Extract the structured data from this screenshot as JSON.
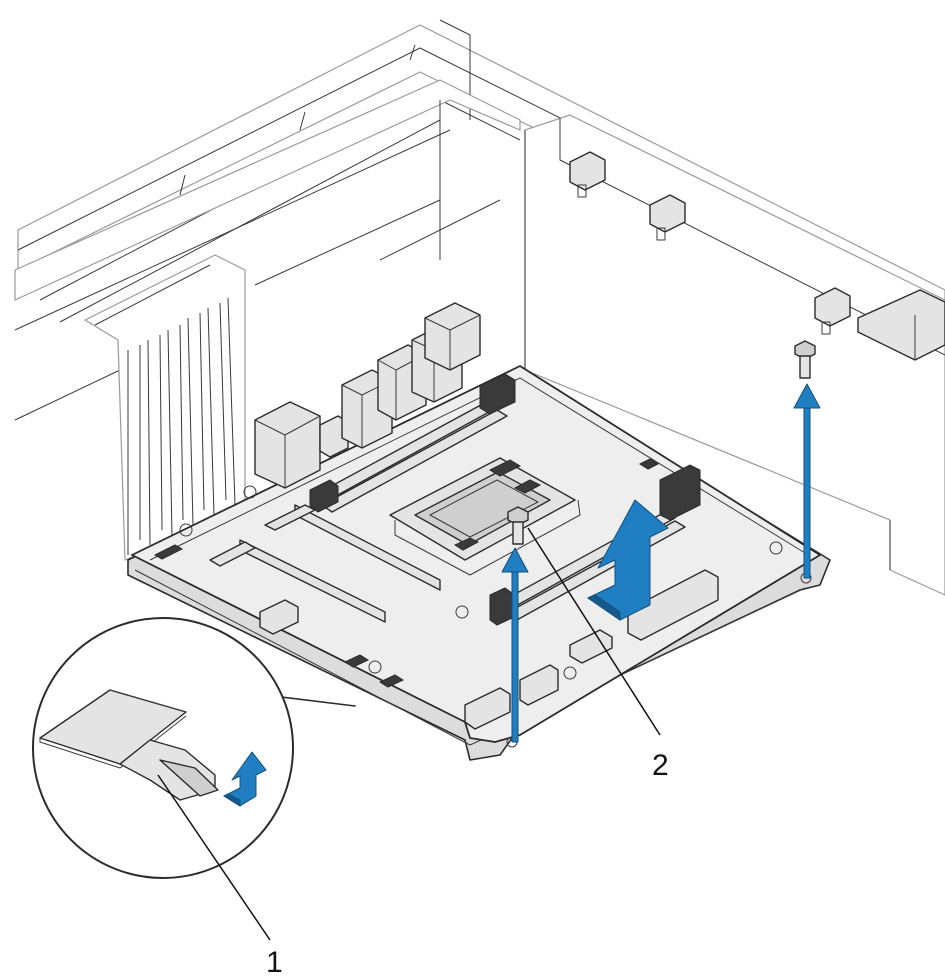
{
  "callouts": [
    {
      "label": "1",
      "name": "tab"
    },
    {
      "label": "2",
      "name": "screw"
    }
  ],
  "colors": {
    "arrow": "#1f7fc2",
    "line": "#2b2b2b",
    "board": "#eeeeee"
  },
  "icons": [
    "lift-arrow-icon",
    "up-arrow-icon",
    "screw-icon"
  ]
}
